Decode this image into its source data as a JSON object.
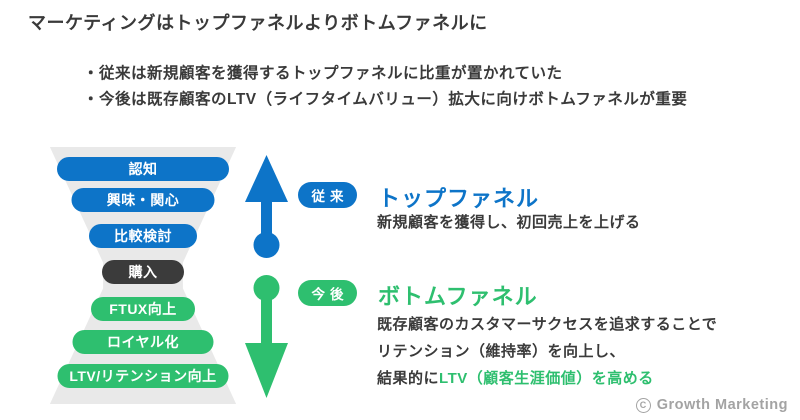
{
  "title": "マーケティングはトップファネルよりボトムファネルに",
  "bullets": [
    "・従来は新規顧客を獲得するトップファネルに比重が置かれていた",
    "・今後は既存顧客のLTV（ライフタイムバリュー）拡大に向けボトムファネルが重要"
  ],
  "funnel": {
    "stages": [
      {
        "label": "認知",
        "color": "#0d74c8"
      },
      {
        "label": "興味・関心",
        "color": "#0d74c8"
      },
      {
        "label": "比較検討",
        "color": "#0d74c8"
      },
      {
        "label": "購入",
        "color": "#3b3b3b"
      },
      {
        "label": "FTUX向上",
        "color": "#2ebf6f"
      },
      {
        "label": "ロイヤル化",
        "color": "#2ebf6f"
      },
      {
        "label": "LTV/リテンション向上",
        "color": "#2ebf6f"
      }
    ]
  },
  "top_funnel": {
    "badge": "従来",
    "heading": "トップファネル",
    "description": "新規顧客を獲得し、初回売上を上げる"
  },
  "bottom_funnel": {
    "badge": "今後",
    "heading": "ボトムファネル",
    "lines": [
      "既存顧客のカスタマーサクセスを追求することで",
      "リテンション（維持率）を向上し、"
    ],
    "line3_prefix": "結果的に",
    "line3_highlight": "LTV（顧客生涯価値）を高める"
  },
  "footer": {
    "copyright_symbol": "C",
    "copyright_text": "Growth Marketing"
  },
  "colors": {
    "blue": "#0d74c8",
    "green": "#2ebf6f",
    "dark": "#3b3b3b",
    "funnel_gray": "#e9e9e9",
    "text": "#3a3a3a",
    "muted": "#a3a3a3"
  }
}
